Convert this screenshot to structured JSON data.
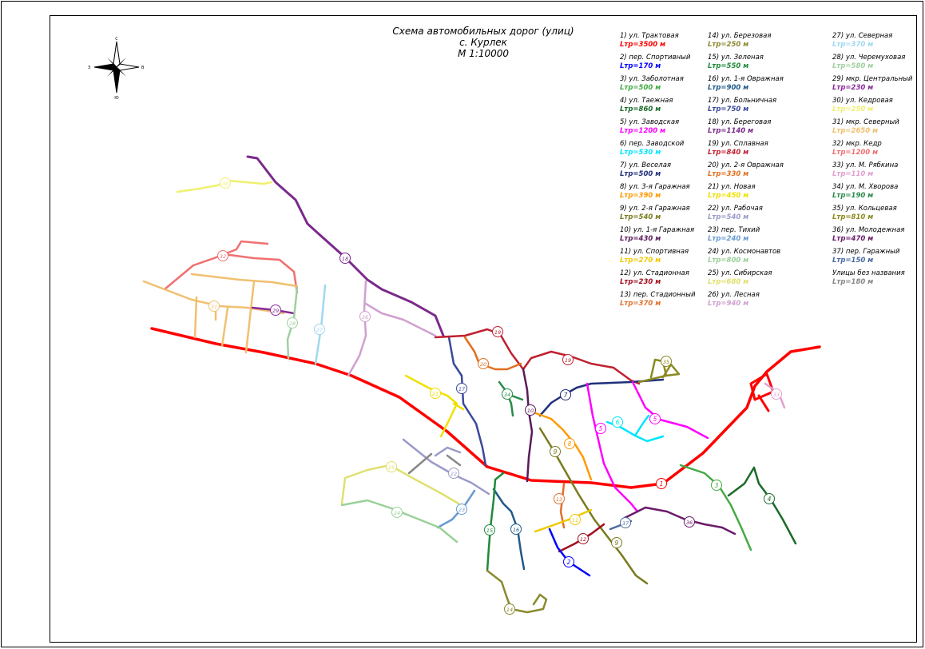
{
  "title": {
    "line1": "Схема автомобильных дорог (улиц)",
    "line2": "с. Курлек",
    "line3": "М 1:10000"
  },
  "compass": {
    "icon": "compass-rose-icon"
  },
  "legend": {
    "columns": [
      [
        {
          "num": "1",
          "name": "1) ул. Трактовая",
          "len": "Lтр=3500 м",
          "color": "#ff0000"
        },
        {
          "num": "2",
          "name": "2) пер. Спортивный",
          "len": "Lтр=170 м",
          "color": "#0000ff"
        },
        {
          "num": "3",
          "name": "3) ул. Заболотная",
          "len": "Lтр=500 м",
          "color": "#44aa44"
        },
        {
          "num": "4",
          "name": "4) ул. Таежная",
          "len": "Lтр=860 м",
          "color": "#1a6b2a"
        },
        {
          "num": "5",
          "name": "5) ул. Заводская",
          "len": "Lтр=1200 м",
          "color": "#ff00ff"
        },
        {
          "num": "6",
          "name": "6) пер. Заводской",
          "len": "Lтр=530 м",
          "color": "#00e5ff"
        },
        {
          "num": "7",
          "name": "7) ул. Веселая",
          "len": "Lтр=500 м",
          "color": "#1f2f7a"
        },
        {
          "num": "8",
          "name": "8) ул. 3-я Гаражная",
          "len": "Lтр=390 м",
          "color": "#ff9900"
        },
        {
          "num": "9",
          "name": "9) ул. 2-я Гаражная",
          "len": "Lтр=540 м",
          "color": "#7a7a20"
        },
        {
          "num": "10",
          "name": "10) ул. 1-я Гаражная",
          "len": "Lтр=430 м",
          "color": "#5a1a5a"
        },
        {
          "num": "11",
          "name": "11) ул. Спортивная",
          "len": "Lтр=270 м",
          "color": "#f0c800"
        },
        {
          "num": "12",
          "name": "12) ул. Стадионная",
          "len": "Lтр=230 м",
          "color": "#a01020"
        },
        {
          "num": "13",
          "name": "13) пер. Стадионный",
          "len": "Lтр=370 м",
          "color": "#e07030"
        }
      ],
      [
        {
          "num": "14",
          "name": "14) ул. Березовая",
          "len": "Lтр=250 м",
          "color": "#8a8a30"
        },
        {
          "num": "15",
          "name": "15) ул. Зеленая",
          "len": "Lтр=550 м",
          "color": "#1f8a3a"
        },
        {
          "num": "16",
          "name": "16) ул. 1-я Овражная",
          "len": "Lтр=900 м",
          "color": "#1f5a8a"
        },
        {
          "num": "17",
          "name": "17) ул. Больничная",
          "len": "Lтр=750 м",
          "color": "#3a4a9a"
        },
        {
          "num": "18",
          "name": "18) ул. Береговая",
          "len": "Lтр=1140 м",
          "color": "#7a2a8a"
        },
        {
          "num": "19",
          "name": "19) ул. Сплавная",
          "len": "Lтр=840 м",
          "color": "#c02030"
        },
        {
          "num": "20",
          "name": "20) ул. 2-я Овражная",
          "len": "Lтр=330 м",
          "color": "#e07020"
        },
        {
          "num": "21",
          "name": "21) ул. Новая",
          "len": "Lтр=450 м",
          "color": "#f0e000"
        },
        {
          "num": "22",
          "name": "22) ул. Рабочая",
          "len": "Lтр=540 м",
          "color": "#9a9ac8"
        },
        {
          "num": "23",
          "name": "23) пер. Тихий",
          "len": "Lтр=240 м",
          "color": "#6a9ad0"
        },
        {
          "num": "24",
          "name": "24) ул. Космонавтов",
          "len": "Lтр=800 м",
          "color": "#9ad09a"
        },
        {
          "num": "25",
          "name": "25) ул. Сибирская",
          "len": "Lтр=680 м",
          "color": "#e0e070"
        },
        {
          "num": "26",
          "name": "26) ул. Лесная",
          "len": "Lтр=940 м",
          "color": "#d0a0d0"
        }
      ],
      [
        {
          "num": "27",
          "name": "27) ул. Северная",
          "len": "Lтр=370 м",
          "color": "#a0d8f0"
        },
        {
          "num": "28",
          "name": "28) ул. Черемуховая",
          "len": "Lтр=580 м",
          "color": "#a0d0a0"
        },
        {
          "num": "29",
          "name": "29) мкр. Центральный",
          "len": "Lтр=230 м",
          "color": "#8a2a9a"
        },
        {
          "num": "30",
          "name": "30) ул. Кедровая",
          "len": "Lтр=250 м",
          "color": "#f0f070"
        },
        {
          "num": "31",
          "name": "31) мкр. Северный",
          "len": "Lтр=2650 м",
          "color": "#f0c070"
        },
        {
          "num": "32",
          "name": "32) мкр. Кедр",
          "len": "Lтр=1200 м",
          "color": "#f07070"
        },
        {
          "num": "33",
          "name": "33) ул. М. Рябкина",
          "len": "Lтр=110 м",
          "color": "#e0a0d0"
        },
        {
          "num": "34",
          "name": "34) ул. М. Хворова",
          "len": "Lтр=190 м",
          "color": "#2a8a4a"
        },
        {
          "num": "35",
          "name": "35) ул. Кольцевая",
          "len": "Lтр=810 м",
          "color": "#8a8a20"
        },
        {
          "num": "36",
          "name": "36) ул. Молодежная",
          "len": "Lтр=470 м",
          "color": "#6a1a6a"
        },
        {
          "num": "37",
          "name": "37) пер. Гаражный",
          "len": "Lтр=150 м",
          "color": "#4a6aa0"
        },
        {
          "num": "",
          "name": "Улицы без названия",
          "len": "Lтр=180 м",
          "color": "#888888"
        }
      ]
    ]
  }
}
